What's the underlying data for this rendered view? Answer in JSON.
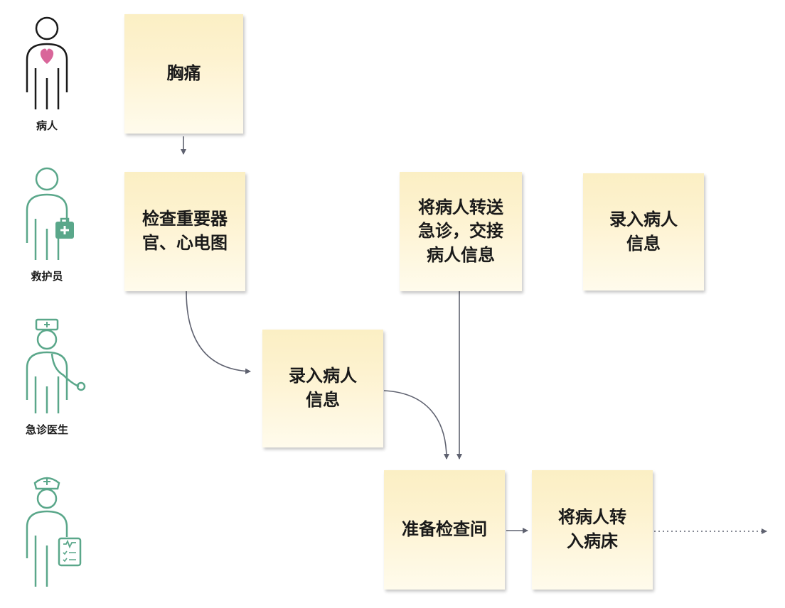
{
  "roles": [
    {
      "label": "病人",
      "icon": "patient-heart-icon"
    },
    {
      "label": "救护员",
      "icon": "paramedic-medkit-icon"
    },
    {
      "label": "急诊医生",
      "icon": "doctor-stethoscope-icon"
    },
    {
      "label": "",
      "icon": "nurse-clipboard-icon"
    }
  ],
  "notes": {
    "chest_pain": [
      "胸痛"
    ],
    "check_organs": [
      "检查重要器",
      "官、心电图"
    ],
    "record_info_paramedic": [
      "录入病人",
      "信息"
    ],
    "transfer_er": [
      "将病人转送",
      "急诊，交接",
      "病人信息"
    ],
    "record_info_doctor": [
      "录入病人",
      "信息"
    ],
    "prepare_room": [
      "准备检查间"
    ],
    "to_bed": [
      "将病人转",
      "入病床"
    ]
  },
  "colors": {
    "icon_green": "#5aa78a",
    "heart_pink": "#d9669a",
    "arrow_gray": "#5f6270",
    "note_top": "#fbefc4",
    "note_bottom": "#fffbec"
  }
}
